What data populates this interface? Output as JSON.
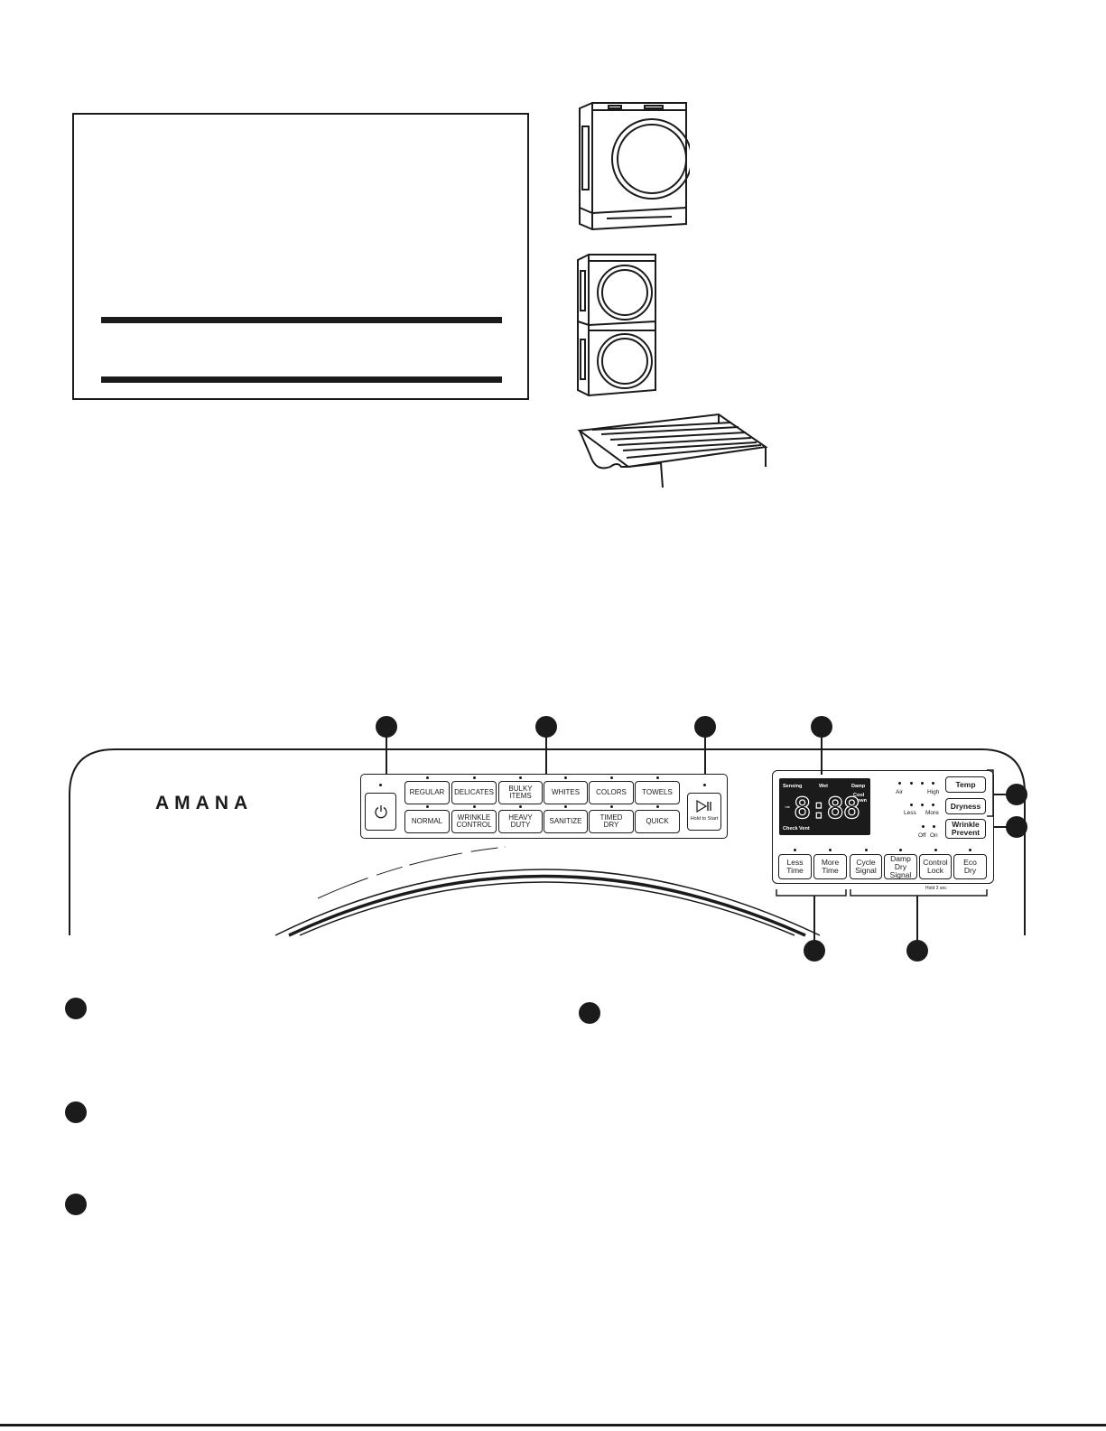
{
  "brand": {
    "logo_text": "AMANA"
  },
  "main_buttons": [
    {
      "label": "REGULAR"
    },
    {
      "label": "DELICATES"
    },
    {
      "label": "BULKY ITEMS"
    },
    {
      "label": "WHITES"
    },
    {
      "label": "COLORS"
    },
    {
      "label": "TOWELS"
    },
    {
      "label": "NORMAL"
    },
    {
      "label": "WRINKLE CONTROL"
    },
    {
      "label": "HEAVY DUTY"
    },
    {
      "label": "SANITIZE"
    },
    {
      "label": "TIMED DRY"
    },
    {
      "label": "QUICK"
    }
  ],
  "start": {
    "caption": "Hold to Start"
  },
  "display": {
    "sensing": "Sensing",
    "wet": "Wet",
    "damp": "Damp",
    "cool_down": "Cool Down",
    "digits": "8:88",
    "check_vent": "Check Vent"
  },
  "settings": {
    "temp_label": "Temp",
    "temp_low": "Air",
    "temp_high": "High",
    "dryness_label": "Dryness",
    "dryness_low": "Less",
    "dryness_high": "More",
    "wrinkle_label": "Wrinkle Prevent",
    "wrinkle_off": "Off",
    "wrinkle_on": "On"
  },
  "options": [
    {
      "label": "Less Time"
    },
    {
      "label": "More Time"
    },
    {
      "label": "Cycle Signal"
    },
    {
      "label": "Damp Dry Signal"
    },
    {
      "label": "Control Lock"
    },
    {
      "label": "Eco Dry"
    }
  ],
  "hold_caption": "Hold 3 sec"
}
